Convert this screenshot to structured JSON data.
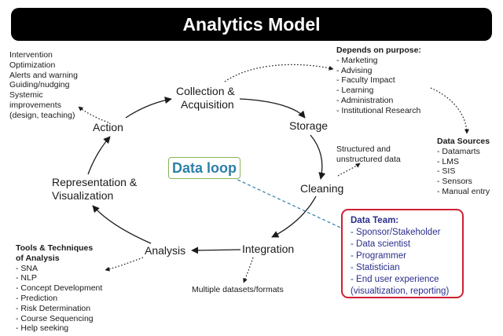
{
  "title": "Analytics Model",
  "center_label": "Data loop",
  "nodes": {
    "collection": [
      "Collection &",
      "Acquisition"
    ],
    "storage": "Storage",
    "cleaning": "Cleaning",
    "integration": "Integration",
    "analysis": "Analysis",
    "representation": [
      "Representation &",
      "Visualization"
    ],
    "action": "Action"
  },
  "notes": {
    "action_outcomes": [
      "Intervention",
      "Optimization",
      "Alerts and warning",
      "Guiding/nudging",
      "Systemic",
      "improvements",
      "(design, teaching)"
    ],
    "purpose": {
      "heading": "Depends on purpose:",
      "items": [
        "- Marketing",
        "- Advising",
        "- Faculty Impact",
        "- Learning",
        "- Administration",
        "- Institutional Research"
      ]
    },
    "data_sources": {
      "heading": "Data Sources",
      "items": [
        "- Datamarts",
        "- LMS",
        "- SIS",
        "- Sensors",
        "- Manual entry"
      ]
    },
    "storage_note": [
      "Structured and",
      "unstructured data"
    ],
    "tools": {
      "heading": [
        "Tools & Techniques",
        "of Analysis"
      ],
      "items": [
        "- SNA",
        "- NLP",
        "- Concept Development",
        "- Prediction",
        "- Risk Determination",
        "- Course Sequencing",
        "- Help seeking"
      ]
    },
    "integration_note": "Multiple datasets/formats"
  },
  "data_team": {
    "heading": "Data Team:",
    "items": [
      "- Sponsor/Stakeholder",
      "- Data scientist",
      "- Programmer",
      "- Statistician",
      "- End user experience",
      "(visualtization, reporting)"
    ]
  },
  "colors": {
    "title_bg": "#000000",
    "center_text": "#2e7fa8",
    "center_border": "#8db35a",
    "team_border": "#cf2030",
    "team_text": "#2a2e8c",
    "connector_dash": "#2e7fa8"
  }
}
